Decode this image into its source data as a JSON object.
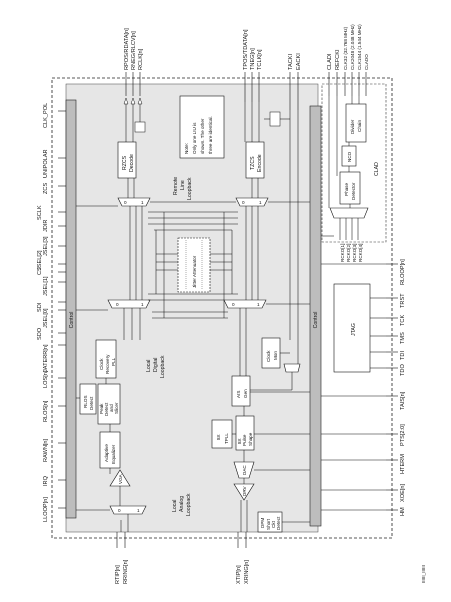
{
  "diagram": {
    "id_tag": "IIIIII_IIIIII",
    "top_pins": {
      "left": [
        "RPOS/RDATA[n]",
        "RNEG/RLCV[n]",
        "RCLK[n]"
      ],
      "mid": [
        "TPOS/TDATA[n]",
        "TNEG[n]",
        "TCLK[n]"
      ],
      "transmit_clock": [
        "TACKI",
        "EACKI"
      ],
      "clkc": [
        "CLADI",
        "REFCKI"
      ],
      "right": [
        "CLK32 (32.768 MHz)",
        "CLK2048 (2.048 MHz)",
        "CLK1544 (1.544 MHz)",
        "CLADO"
      ]
    },
    "left_pins": [
      "CLK_POL",
      "UNIPOLAR",
      "ZCS",
      "SCLK",
      "JDIR",
      "JSEL[3]",
      "JSEL[2]",
      "CS",
      "JSEL[1]",
      "SDI",
      "JSEL[0]",
      "SDO",
      "JATERR[n]",
      "LOS[n]",
      "RLOS[n]",
      "RAWN[n]",
      "IRQ",
      "LLOOP[n]"
    ],
    "right_pins": [
      "RLOOP[n]",
      "TRST",
      "TCK",
      "TMS",
      "TDI",
      "TDO",
      "TAIS[n]",
      "PTS[2:0]",
      "HTERM",
      "XOE[n]",
      "HM"
    ],
    "bottom_pins": {
      "receive": [
        "RTIP[n]",
        "RRING[n]"
      ],
      "transmit": [
        "XTIP[n]",
        "XRING[n]"
      ]
    },
    "rclko_pins": [
      "RCKO[1]",
      "RCKO[2]",
      "RCKO[3]",
      "RCKO[4]"
    ],
    "blocks": {
      "left_control": "Control",
      "right_control": "Control",
      "rzcs": [
        "RZCS",
        "Decode"
      ],
      "tzcs": [
        "TZCS",
        "Encode"
      ],
      "clock_recovery": [
        "Clock",
        "Recovery",
        "PLL"
      ],
      "peak_detect": [
        "Peak",
        "Detect",
        "and",
        "Slicer"
      ],
      "rlos": [
        "RLOS",
        "Detect"
      ],
      "adaptive_equalizer": [
        "Adaptive",
        "Equalizer"
      ],
      "vga": "VGA",
      "jitter_attenuator": "Jitter Attenuator",
      "clock_mon": [
        "Clock",
        "Mon"
      ],
      "ais_gen": [
        "AIS",
        "Gen"
      ],
      "pulse_shape": [
        "8X",
        "Pulse",
        "Shape"
      ],
      "tpll": [
        "8X",
        "TPLL"
      ],
      "dac": "DAC",
      "drv": "DRV",
      "dpm": "DPM",
      "short_ckt": [
        "Short",
        "Ckt",
        "Detect"
      ],
      "jtag": "JTAG",
      "divider_chain": [
        "Divider",
        "Chain"
      ],
      "nco": "NCO",
      "phase_detector": [
        "Phase",
        "Detector"
      ],
      "clad": "CLAD"
    },
    "loopbacks": {
      "remote": [
        "Remote",
        "Line",
        "Loopback"
      ],
      "local_digital": [
        "Local",
        "Digital",
        "Loopback"
      ],
      "local_analog": [
        "Local",
        "Analog",
        "Loopback"
      ]
    },
    "note": [
      "Note:",
      "Only one LIU is",
      "shown. The other",
      "three are identical."
    ],
    "mux_labels": [
      "0",
      "1"
    ]
  }
}
